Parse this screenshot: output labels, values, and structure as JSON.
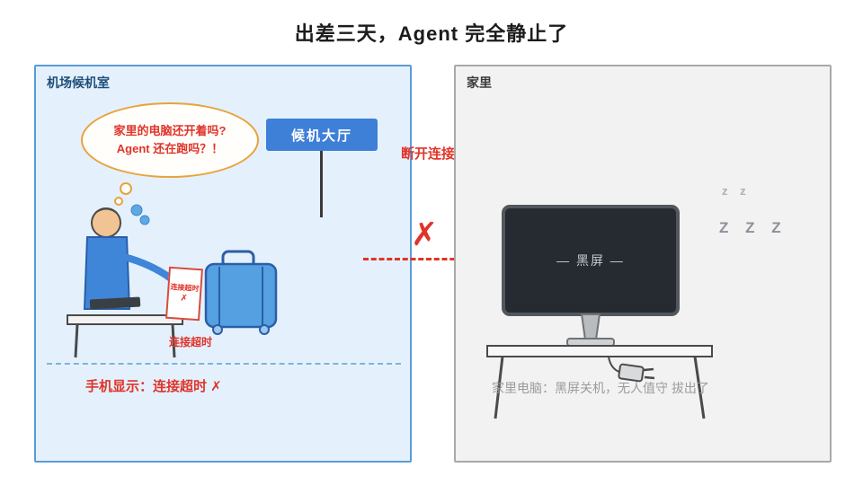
{
  "title": "出差三天，Agent 完全静止了",
  "airport": {
    "label": "机场候机室",
    "thought": {
      "line1": "家里的电脑还开着吗?",
      "line2": "Agent 还在跑吗？！"
    },
    "sign": "候机大厅",
    "phone": {
      "text": "连接超时",
      "mark": "✗"
    },
    "timeout": "连接超时",
    "caption": "手机显示：连接超时 ✗"
  },
  "link": {
    "label": "断开连接",
    "mark": "✗"
  },
  "home": {
    "label": "家里",
    "zz_small": "z z",
    "zz_large": "Z Z Z",
    "screen": "— 黑屏 —",
    "caption": "家里电脑：黑屏关机，无人值守 拔出了"
  },
  "colors": {
    "accent_red": "#e0342a",
    "sign_blue": "#3e7fd8",
    "airport_panel_bg": "#e4f1fc",
    "airport_panel_border": "#5b9bd5",
    "home_panel_bg": "#f2f2f2",
    "bubble_border_orange": "#e8a33d",
    "suitcase_blue": "#54a0e0",
    "monitor_dark": "#262b31"
  }
}
